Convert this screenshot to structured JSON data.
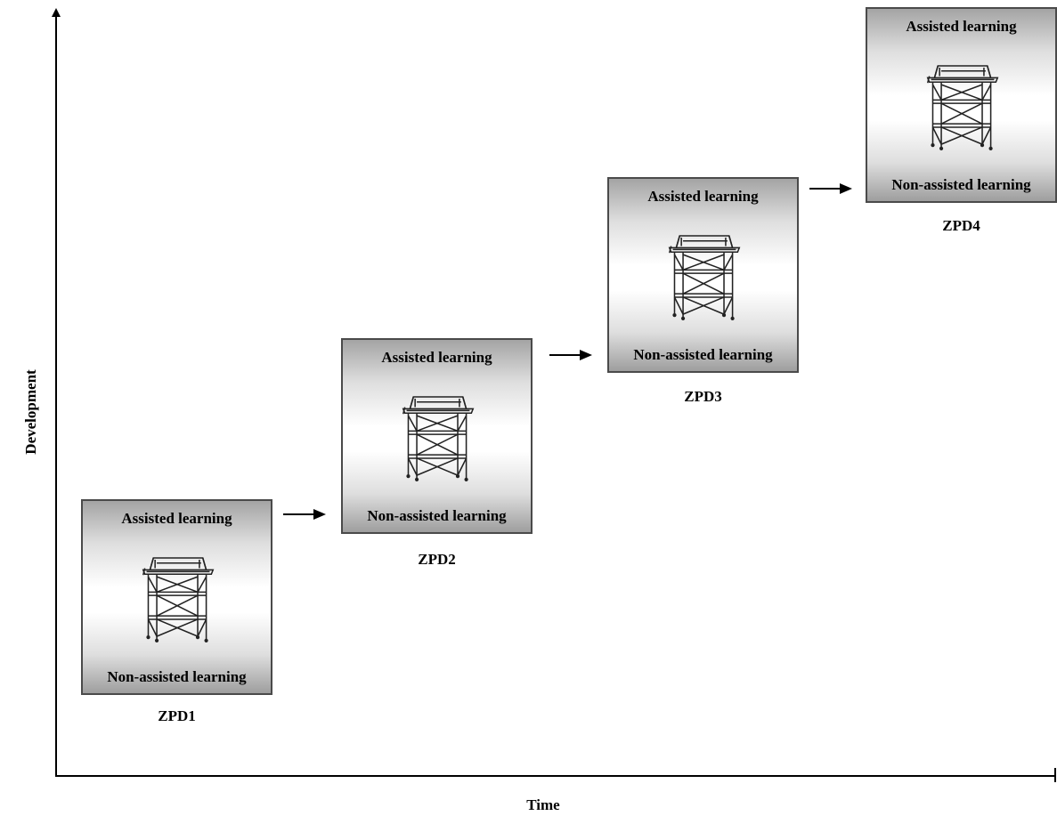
{
  "axes": {
    "x_label": "Time",
    "y_label": "Development"
  },
  "stages": [
    {
      "top_text": "Assisted learning",
      "bottom_text": "Non-assisted learning",
      "label": "ZPD1"
    },
    {
      "top_text": "Assisted learning",
      "bottom_text": "Non-assisted learning",
      "label": "ZPD2"
    },
    {
      "top_text": "Assisted learning",
      "bottom_text": "Non-assisted learning",
      "label": "ZPD3"
    },
    {
      "top_text": "Assisted learning",
      "bottom_text": "Non-assisted learning",
      "label": "ZPD4"
    }
  ],
  "icon": "scaffolding-icon"
}
